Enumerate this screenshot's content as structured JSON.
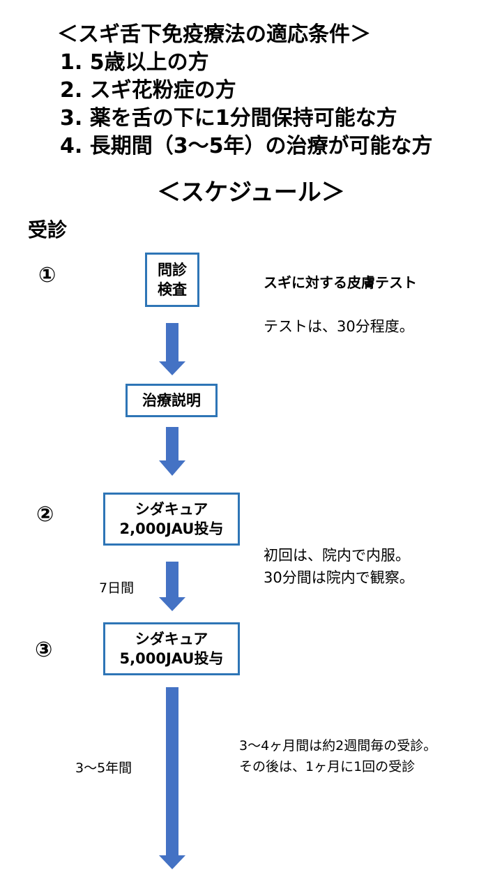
{
  "conditions": {
    "heading": "＜スギ舌下免疫療法の適応条件＞",
    "items": [
      "1. 5歳以上の方",
      "2. スギ花粉症の方",
      "3. 薬を舌の下に1分間保持可能な方",
      "4. 長期間（3〜5年）の治療が可能な方"
    ]
  },
  "schedule": {
    "heading": "＜スケジュール＞",
    "visit_label": "受診",
    "steps": [
      {
        "num": "①",
        "box_lines": [
          "問診",
          "検査"
        ]
      },
      {
        "num": "",
        "box_lines": [
          "治療説明"
        ]
      },
      {
        "num": "②",
        "box_lines": [
          "シダキュア",
          "2,000JAU投与"
        ]
      },
      {
        "num": "③",
        "box_lines": [
          "シダキュア",
          "5,000JAU投与"
        ]
      }
    ],
    "notes": {
      "skin_test_title": "スギに対する皮膚テスト",
      "skin_test_time": "テストは、30分程度。",
      "first_dose_line1": "初回は、院内で内服。",
      "first_dose_line2": "30分間は院内で観察。",
      "visits_line1": "3〜4ヶ月間は約2週間毎の受診。",
      "visits_line2": "その後は、1ヶ月に1回の受診"
    },
    "durations": {
      "first_interval": "7日間",
      "long_interval": "3〜5年間"
    },
    "colors": {
      "box_border": "#2e75b6",
      "arrow": "#4472c4"
    }
  }
}
